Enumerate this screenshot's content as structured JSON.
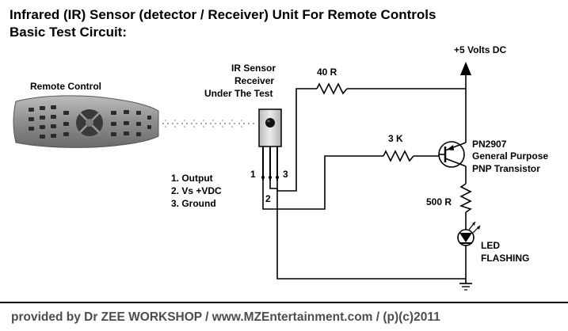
{
  "title": {
    "line1": "Infrared (IR) Sensor (detector / Receiver) Unit For Remote Controls",
    "line2": "Basic Test Circuit:"
  },
  "remote": {
    "label": "Remote Control"
  },
  "sensor": {
    "label_line1": "IR Sensor",
    "label_line2": "Receiver",
    "label_line3": "Under The Test",
    "pin1": "1",
    "pin2": "2",
    "pin3": "3",
    "pin_desc1": "1. Output",
    "pin_desc2": "2. Vs +VDC",
    "pin_desc3": "3. Ground"
  },
  "supply": {
    "label": "+5 Volts DC"
  },
  "resistors": {
    "r1": "40 R",
    "r2": "3 K",
    "r3": "500 R"
  },
  "transistor": {
    "line1": "PN2907",
    "line2": "General Purpose",
    "line3": "PNP Transistor"
  },
  "led": {
    "line1": "LED",
    "line2": "FLASHING"
  },
  "footer": "provided by Dr ZEE WORKSHOP / www.MZEntertainment.com / (p)(c)2011",
  "colors": {
    "remote_body": "#9a9a9a",
    "sensor_body": "#d6d6d6",
    "footer_text": "#4d4d4d"
  }
}
